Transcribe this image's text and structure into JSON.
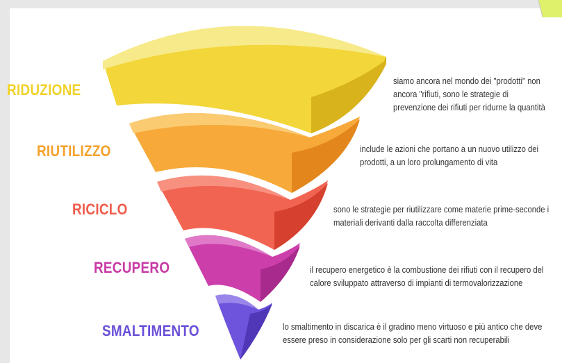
{
  "colors": {
    "background": "#e7e7e7",
    "slide": "#ffffff",
    "corner_accent": "#dff06a",
    "riduzione": "#f0d228",
    "riutilizzo": "#f5a12a",
    "riciclo": "#f05c4b",
    "recupero": "#c83aa6",
    "smaltimento": "#6a4fd8"
  },
  "levels": [
    {
      "id": "riduzione",
      "label": "RIDUZIONE",
      "description": "siamo ancora nel mondo dei \"prodotti\" non ancora \"rifiuti, sono le strategie di prevenzione dei rifiuti per ridurne la quantità"
    },
    {
      "id": "riutilizzo",
      "label": "RIUTILIZZO",
      "description": "include le azioni che portano a un nuovo utilizzo dei prodotti, a un loro prolungamento di vita"
    },
    {
      "id": "riciclo",
      "label": "RICICLO",
      "description": "sono le strategie per riutilizzare come materie prime-seconde i materiali derivanti dalla raccolta differenziata"
    },
    {
      "id": "recupero",
      "label": "RECUPERO",
      "description": "il recupero energetico è la combustione dei rifiuti con il recupero del calore sviluppato attraverso di impianti di termovalorizzazione"
    },
    {
      "id": "smaltimento",
      "label": "SMALTIMENTO",
      "description": "lo smaltimento in discarica è il gradino meno virtuoso e più antico che deve essere preso in considerazione solo per gli scarti non recuperabili"
    }
  ]
}
